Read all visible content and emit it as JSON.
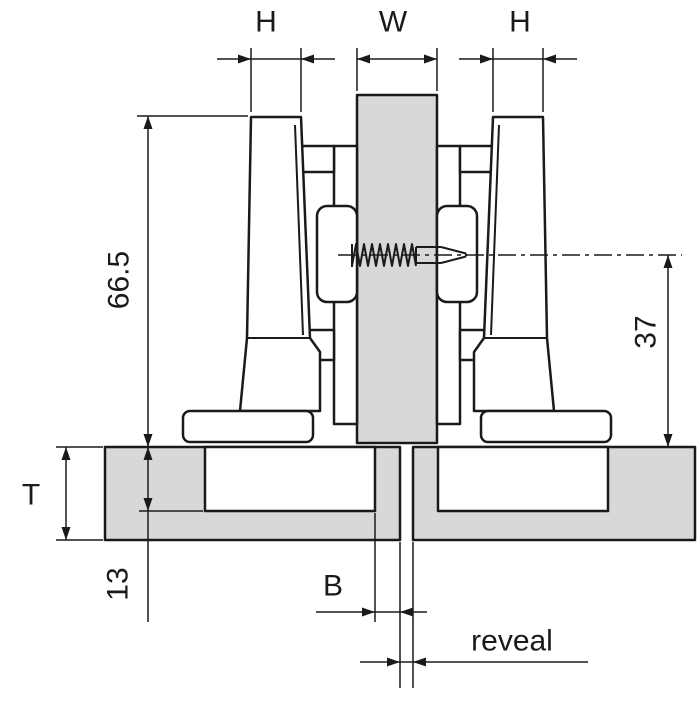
{
  "colors": {
    "line": "#1a1a1a",
    "panel_fill": "#d8d8d8",
    "background": "#ffffff"
  },
  "dimension_labels": {
    "h_left": "H",
    "w": "W",
    "h_right": "H",
    "left_vertical": "66.5",
    "right_vertical": "37",
    "door_thickness": "T",
    "cup_depth": "13",
    "bore_distance": "B",
    "reveal": "reveal"
  }
}
